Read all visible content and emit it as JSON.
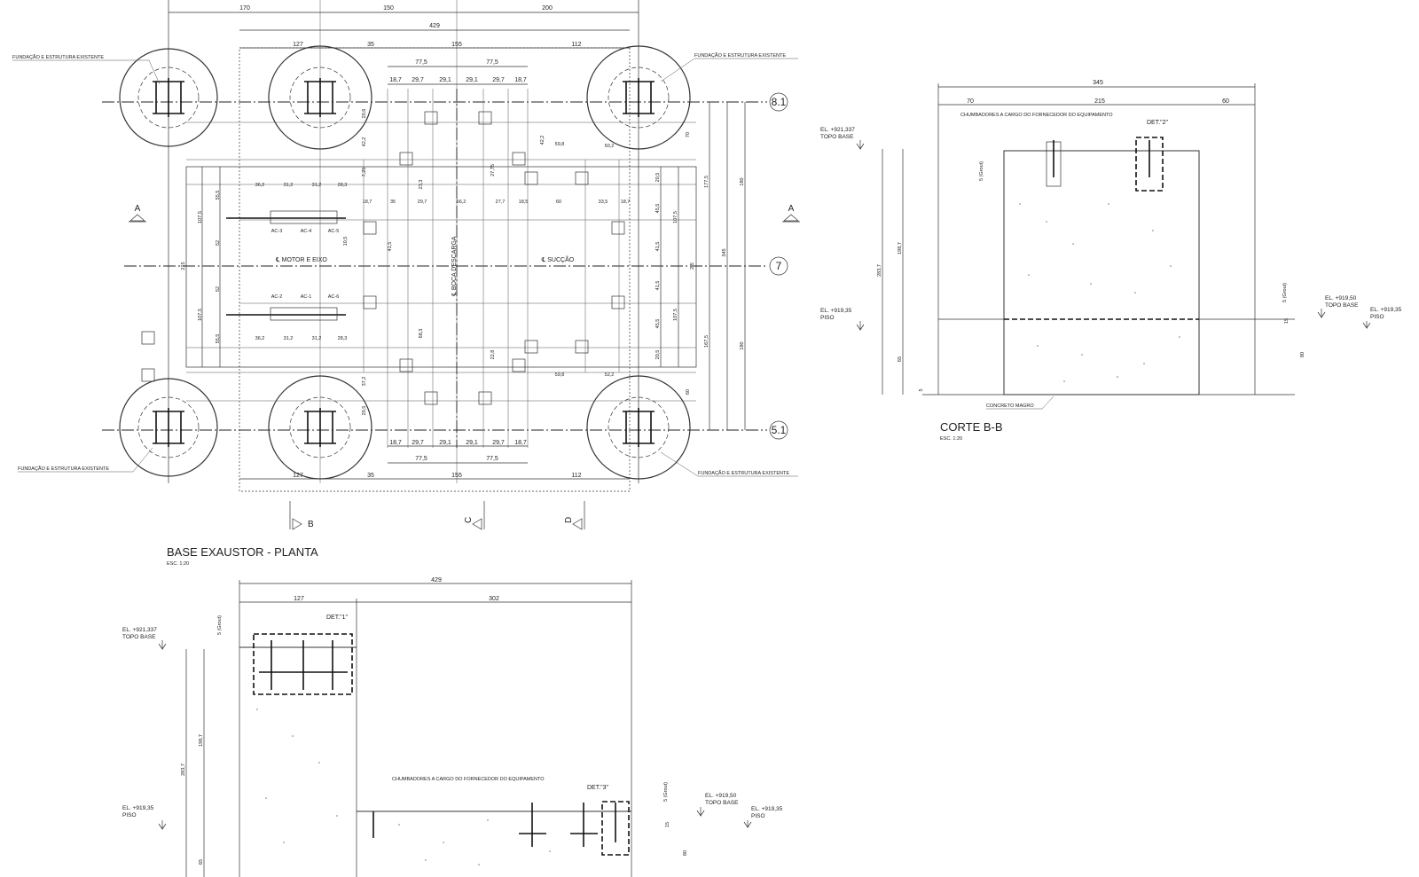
{
  "plan": {
    "title": "BASE EXAUSTOR - PLANTA",
    "scale": "ESC. 1:20",
    "top_dims": [
      "170",
      "150",
      "200"
    ],
    "overall_dim": "429",
    "row2_dims": [
      "127",
      "35",
      "155",
      "112"
    ],
    "row3_dims": [
      "77,5",
      "77,5"
    ],
    "row4_dims": [
      "18,7",
      "29,7",
      "29,1",
      "29,1",
      "29,7",
      "18,7"
    ],
    "bottom_row4_dims": [
      "18,7",
      "29,7",
      "29,1",
      "29,1",
      "29,7",
      "18,7"
    ],
    "bottom_row3_dims": [
      "77,5",
      "77,5"
    ],
    "bottom_row2_dims": [
      "127",
      "35",
      "155",
      "112"
    ],
    "anchor_labels": [
      "AC-3",
      "AC-4",
      "AC-5",
      "AC-2",
      "AC-1",
      "AC-6"
    ],
    "anchor_dims": [
      "36,2",
      "31,2",
      "31,2",
      "28,3"
    ],
    "centerline_labels": [
      "℄ MOTOR E EIXO",
      "℄ BOCA DESCARGA",
      "℄ SUCÇÃO"
    ],
    "mid_dims": [
      "18,7",
      "35",
      "29,7",
      "56,2",
      "27,7",
      "18,5",
      "60",
      "33,5",
      "18,7"
    ],
    "left_vert_dims": [
      "55,5",
      "107,5",
      "52",
      "215",
      "52",
      "107,5",
      "55,5"
    ],
    "right_vert_dims": [
      "20,5",
      "45,5",
      "107,5",
      "41,5",
      "41,5",
      "107,5",
      "45,5",
      "20,5"
    ],
    "far_right_dims": [
      "177,5",
      "180",
      "345",
      "167,5",
      "180"
    ],
    "misc_dims": [
      "20,6",
      "42,2",
      "7,25",
      "70",
      "59,8",
      "50,2",
      "27,75",
      "42,2",
      "10,5",
      "41,5",
      "22,8",
      "68,3",
      "37,2",
      "20,5",
      "59,8",
      "52,2",
      "60",
      "2,5",
      "23,3"
    ],
    "existing_notes": [
      "FUNDAÇÃO E ESTRUTURA EXISTENTE",
      "FUNDAÇÃO E ESTRUTURA EXISTENTE",
      "FUNDAÇÃO E ESTRUTURA EXISTENTE",
      "FUNDAÇÃO E ESTRUTURA EXISTENTE"
    ],
    "grid_labels": [
      "8.1",
      "7",
      "5.1"
    ],
    "section_marks": [
      "A",
      "A",
      "B",
      "C",
      "D"
    ]
  },
  "section_bb": {
    "title": "CORTE B-B",
    "scale": "ESC. 1:20",
    "overall_dim": "345",
    "sub_dims": [
      "70",
      "215",
      "60"
    ],
    "note_anchors": "CHUMBADORES A CARGO DO FORNECEDOR DO EQUIPAMENTO",
    "det_label": "DET.\"2\"",
    "el_top_left": "EL. +921,337",
    "el_top_left_sub": "TOPO BASE",
    "el_floor_left": "EL. +919,35",
    "el_floor_left_sub": "PISO",
    "el_top_right": "EL. +919,50",
    "el_top_right_sub": "TOPO BASE",
    "el_floor_right": "EL. +919,35",
    "el_floor_right_sub": "PISO",
    "grout_label": "5 (Grout)",
    "vert_dims": [
      "283,7",
      "198,7",
      "65",
      "5",
      "80",
      "15"
    ],
    "lean_concrete": "CONCRETO MAGRO"
  },
  "section_aa": {
    "overall_dim": "429",
    "sub_dims": [
      "127",
      "302"
    ],
    "det1_label": "DET.\"1\"",
    "det3_label": "DET.\"3\"",
    "note_anchors": "CHUMBADORES A CARGO DO FORNECEDOR DO EQUIPAMENTO",
    "el_top_left": "EL. +921,337",
    "el_top_left_sub": "TOPO BASE",
    "el_floor_left": "EL. +919,35",
    "el_floor_left_sub": "PISO",
    "el_top_right": "EL. +919,50",
    "el_top_right_sub": "TOPO BASE",
    "el_floor_right": "EL. +919,35",
    "el_floor_right_sub": "PISO",
    "grout_label": "5 (Grout)",
    "vert_dims": [
      "283,7",
      "198,7",
      "65",
      "80",
      "15"
    ]
  }
}
